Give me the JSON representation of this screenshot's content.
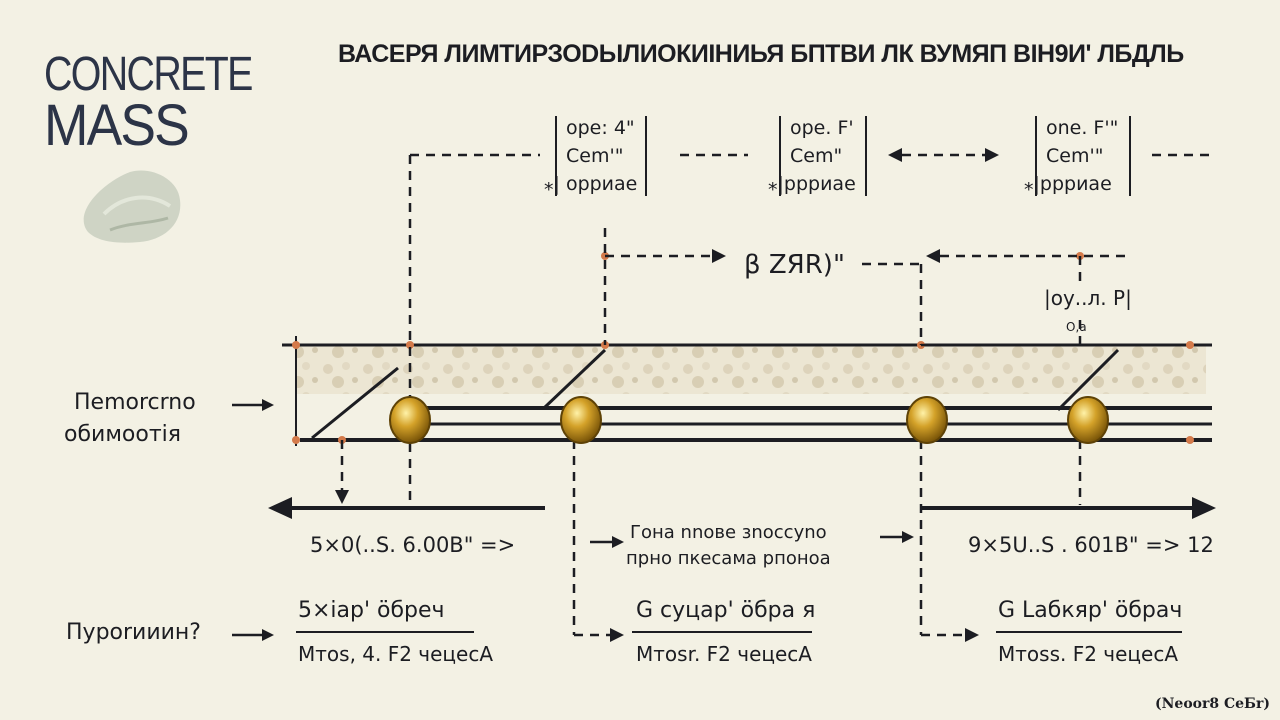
{
  "logo": {
    "line1": "CONCRETE",
    "line2": "MASS"
  },
  "headline": "ВАСЕРЯ ЛИМТИРЗОDЫЛИОКИIНИЬЯ БПТВИ ЛК ВУМЯП ВIН9И' ЛБДЛЬ",
  "stations": [
    {
      "line1": "ope: 4\"",
      "line2": "Cem'\"",
      "line3": "⁎| орриае"
    },
    {
      "line1": "ope. F'",
      "line2": "Cem\"",
      "line3": "⁎|ррриае"
    },
    {
      "line1": "one. F'\"",
      "line2": "Cem'\"",
      "line3": "⁎|ррриае"
    }
  ],
  "center_label": "β ZЯR)\"",
  "right_label_top": "|оу..л. P|",
  "right_label_small": "O,a",
  "left_labels": {
    "upper_line1": "Пemorcrno",
    "upper_line2": "обимоотія",
    "lower": "Пyporииин?"
  },
  "bottom": {
    "left_value": "5×0(..S. 6.00B\" =>",
    "right_value": "9×5U..S . 601B\" => 12",
    "middle_line1": "Гонa nnoве зnoccyno",
    "middle_line2": "прно пкесама рпонoa"
  },
  "fractions": [
    {
      "num": "5×iар' öбрeч",
      "den": "Mтоs, 4. F2 чeцeсA"
    },
    {
      "num": "G cуцар' öбра я",
      "den": "Mтоsr. F2 чeцeсA"
    },
    {
      "num": "G Laбкяр' öбрач",
      "den": "Mтоss. F2 чeцeсA"
    }
  ],
  "credit": "(Neoor8 CeБr)"
}
